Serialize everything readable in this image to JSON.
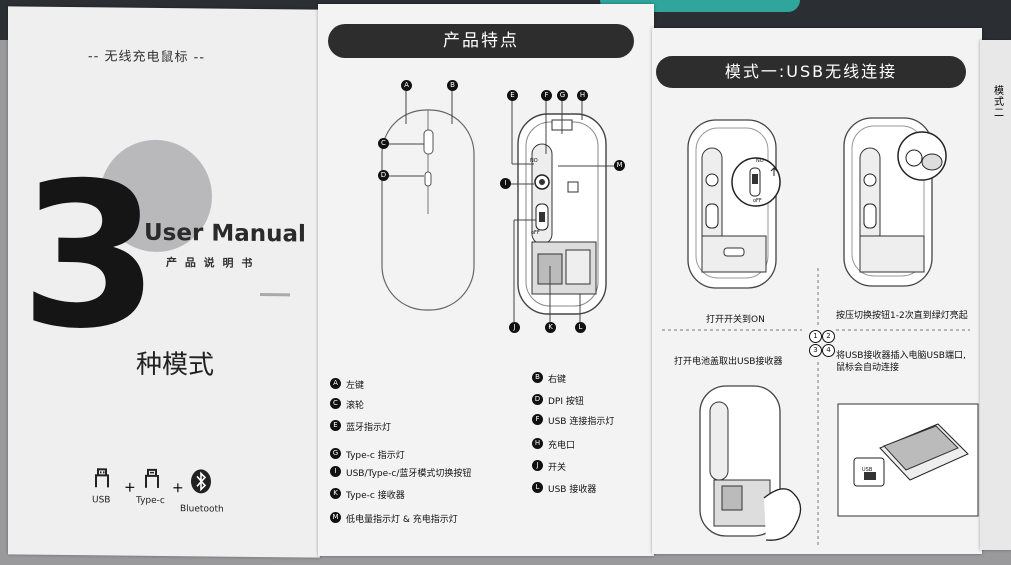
{
  "cover": {
    "header": "-- 无线充电鼠标 --",
    "big_number": "3",
    "title_en": "User Manual",
    "title_cn": "产 品 说 明 书",
    "modes_text": "种模式",
    "icons": [
      {
        "icon": "usb-icon",
        "label": "USB"
      },
      {
        "icon": "type-c-icon",
        "label": "Type-c"
      },
      {
        "icon": "bluetooth-icon",
        "label": "Bluetooth"
      }
    ],
    "plus": "+"
  },
  "features": {
    "title": "产品特点",
    "callouts_top": [
      "A",
      "B",
      "E",
      "F",
      "G",
      "H"
    ],
    "callouts_side": [
      "C",
      "D",
      "M",
      "I"
    ],
    "callouts_bottom": [
      "J",
      "K",
      "L"
    ],
    "mouse_texts": {
      "no": "NO",
      "off": "oFF"
    },
    "legend_left": [
      {
        "key": "A",
        "text": "左键"
      },
      {
        "key": "C",
        "text": "滚轮"
      },
      {
        "key": "E",
        "text": "蓝牙指示灯"
      },
      {
        "key": "G",
        "text": "Type-c 指示灯"
      },
      {
        "key": "I",
        "text": "USB/Type-c/蓝牙模式切换按钮"
      },
      {
        "key": "K",
        "text": "Type-c 接收器"
      },
      {
        "key": "M",
        "text": "低电量指示灯 & 充电指示灯"
      }
    ],
    "legend_right": [
      {
        "key": "B",
        "text": "右键"
      },
      {
        "key": "D",
        "text": "DPI 按钮"
      },
      {
        "key": "F",
        "text": "USB 连接指示灯"
      },
      {
        "key": "H",
        "text": "充电口"
      },
      {
        "key": "J",
        "text": "开关"
      },
      {
        "key": "L",
        "text": "USB 接收器"
      }
    ]
  },
  "mode1": {
    "title": "模式一:USB无线连接",
    "switch_on": "NO",
    "switch_off": "oFF",
    "step1": "打开开关到ON",
    "step2": "按压切换按钮1-2次直到绿灯亮起",
    "step3": "打开电池盖取出USB接收器",
    "step4": "将USB接收器插入电脑USB端口,\n鼠标会自动连接",
    "step_nums": [
      "1",
      "2",
      "3",
      "4"
    ],
    "usb_plug_label": "USB"
  },
  "side_strip": {
    "text": "模式二"
  }
}
